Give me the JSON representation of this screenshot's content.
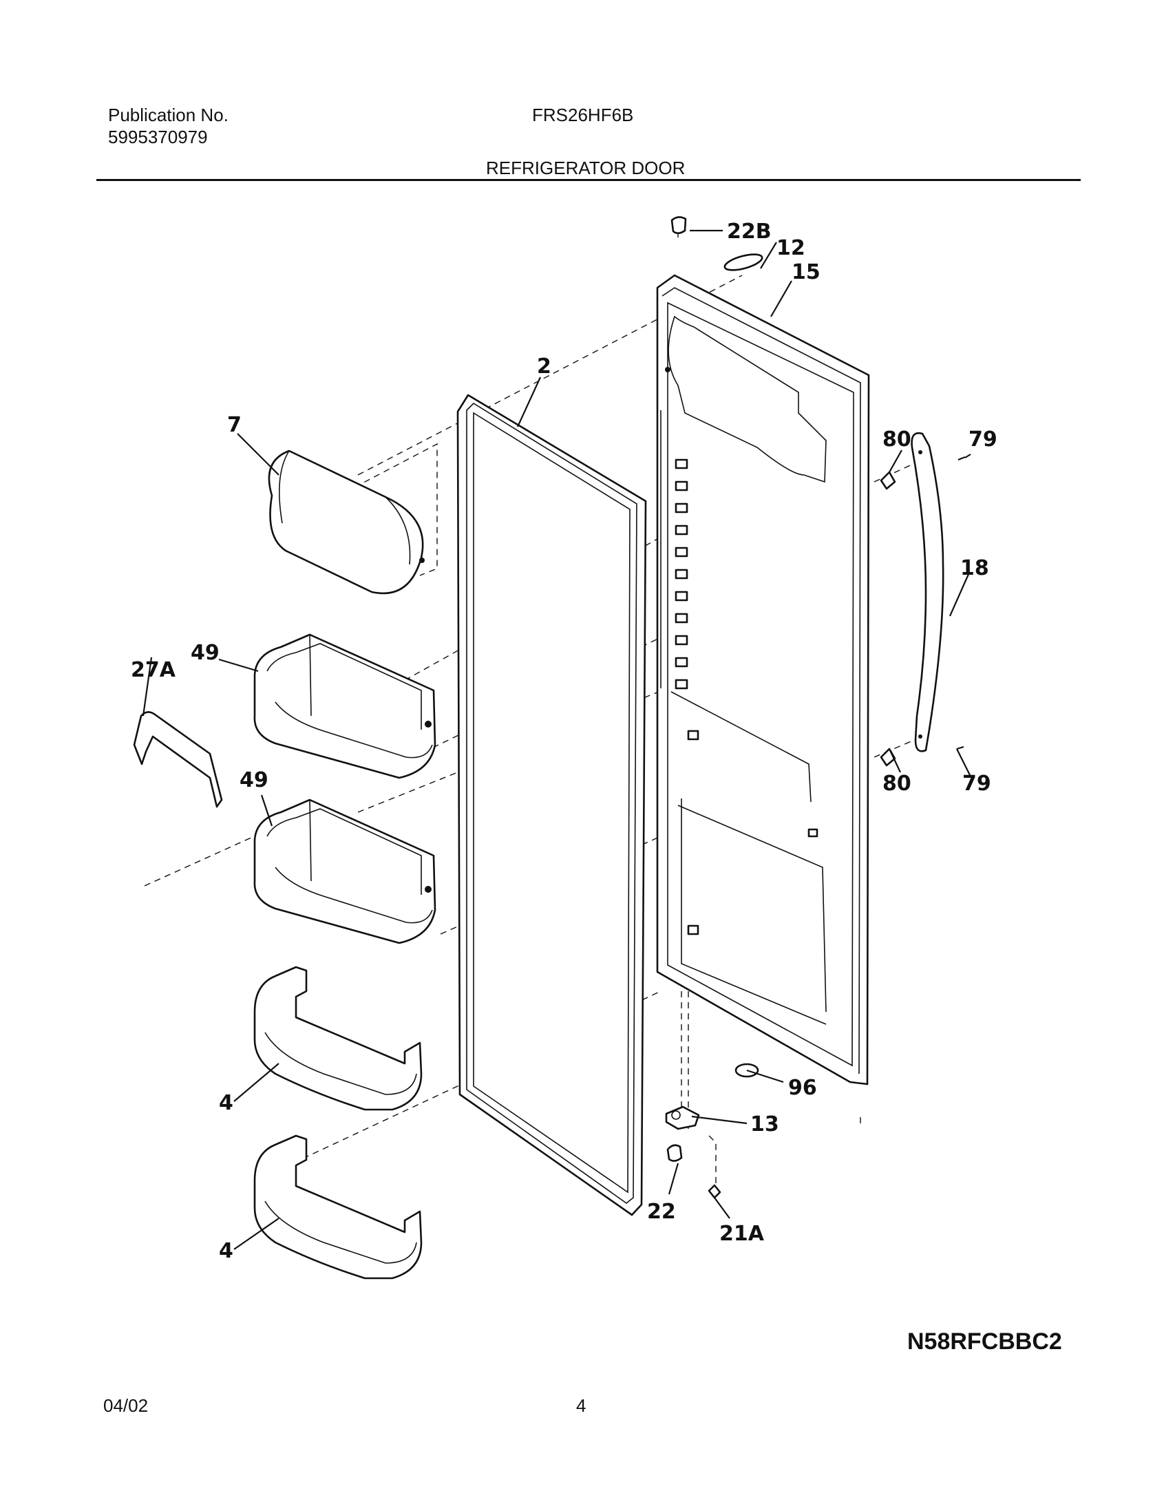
{
  "header": {
    "publication_label": "Publication No.",
    "publication_number": "5995370979",
    "model": "FRS26HF6B",
    "section_title": "REFRIGERATOR DOOR"
  },
  "callouts": {
    "c22b": "22B",
    "c12": "12",
    "c15": "15",
    "c2": "2",
    "c7": "7",
    "c80a": "80",
    "c79a": "79",
    "c18": "18",
    "c49a": "49",
    "c27a": "27A",
    "c49b": "49",
    "c80b": "80",
    "c79b": "79",
    "c96": "96",
    "c13": "13",
    "c4a": "4",
    "c22": "22",
    "c21a": "21A",
    "c4b": "4"
  },
  "diagram_code": "N58RFCBBC2",
  "footer": {
    "date": "04/02",
    "page": "4"
  }
}
